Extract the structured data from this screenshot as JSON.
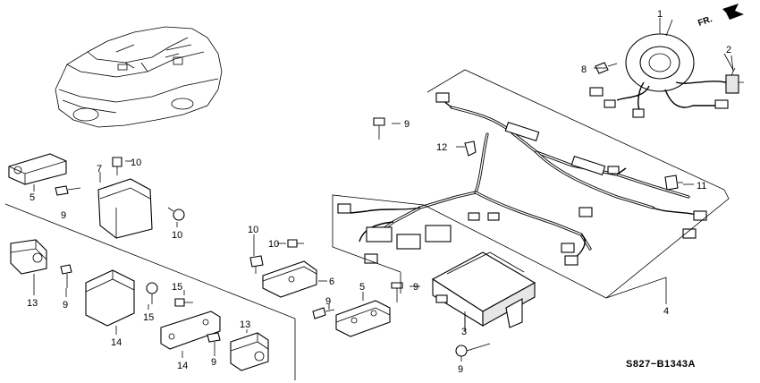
{
  "diagram": {
    "drawing_code": "S827−B1343A",
    "direction_label": "FR.",
    "callouts": [
      {
        "id": "c1",
        "label": "1"
      },
      {
        "id": "c2",
        "label": "2"
      },
      {
        "id": "c3",
        "label": "3"
      },
      {
        "id": "c4",
        "label": "4"
      },
      {
        "id": "c5a",
        "label": "5"
      },
      {
        "id": "c5b",
        "label": "5"
      },
      {
        "id": "c6",
        "label": "6"
      },
      {
        "id": "c7",
        "label": "7"
      },
      {
        "id": "c8",
        "label": "8"
      },
      {
        "id": "c9a",
        "label": "9"
      },
      {
        "id": "c9b",
        "label": "9"
      },
      {
        "id": "c9c",
        "label": "9"
      },
      {
        "id": "c9d",
        "label": "9"
      },
      {
        "id": "c9e",
        "label": "9"
      },
      {
        "id": "c9f",
        "label": "9"
      },
      {
        "id": "c9g",
        "label": "9"
      },
      {
        "id": "c10a",
        "label": "10"
      },
      {
        "id": "c10b",
        "label": "10"
      },
      {
        "id": "c10c",
        "label": "10"
      },
      {
        "id": "c10d",
        "label": "10"
      },
      {
        "id": "c11",
        "label": "11"
      },
      {
        "id": "c12",
        "label": "12"
      },
      {
        "id": "c13a",
        "label": "13"
      },
      {
        "id": "c13b",
        "label": "13"
      },
      {
        "id": "c14a",
        "label": "14"
      },
      {
        "id": "c14b",
        "label": "14"
      },
      {
        "id": "c15a",
        "label": "15"
      },
      {
        "id": "c15b",
        "label": "15"
      }
    ]
  }
}
